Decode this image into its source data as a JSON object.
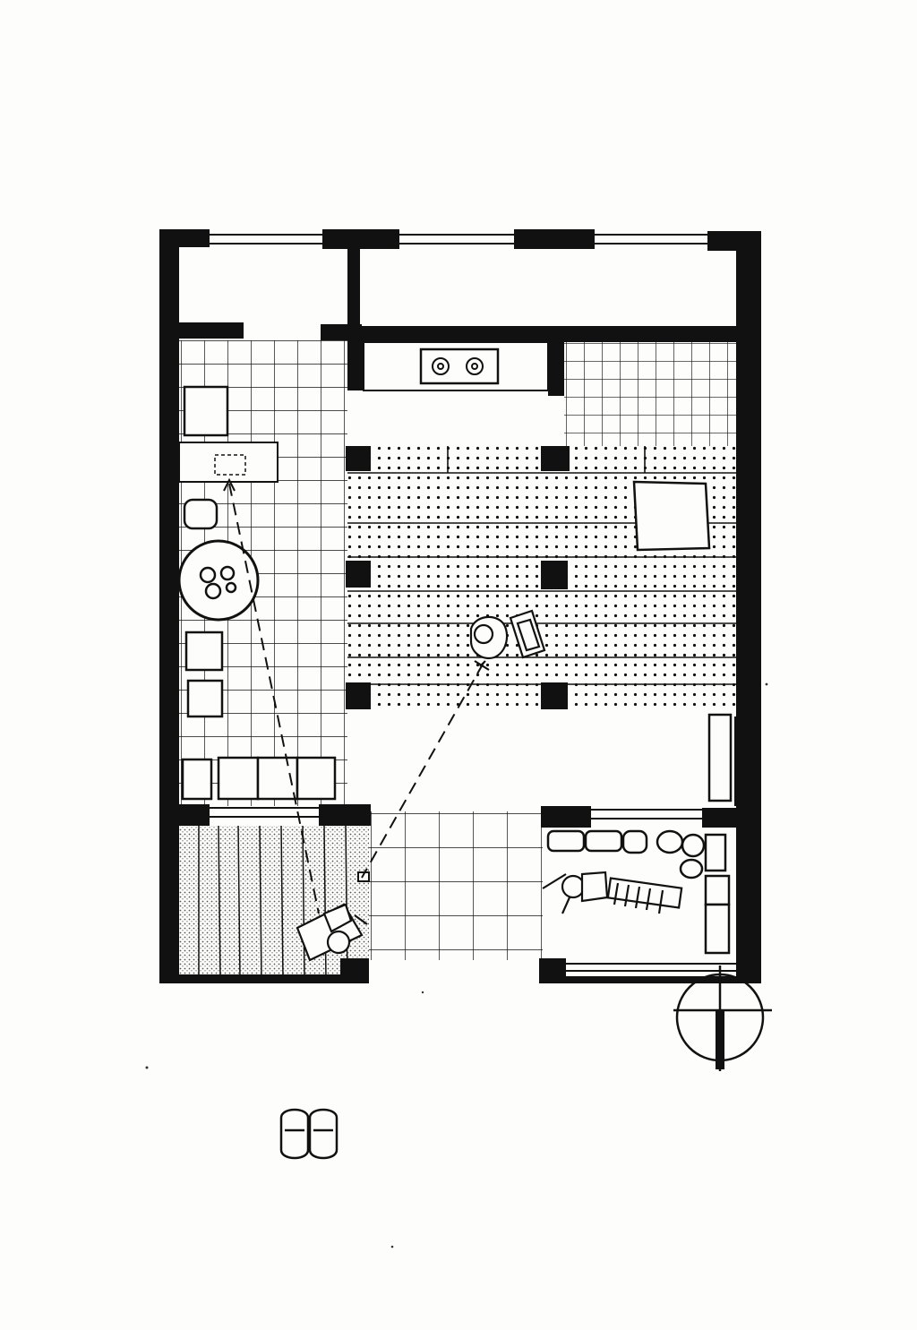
{
  "drawing": {
    "type": "architectural floor plan",
    "annotations": [],
    "colors": {
      "ink": "#111111",
      "paper": "#fdfdfb",
      "tatami_hatch": "#8a8a8a"
    },
    "rooms": [
      "engawa-veranda",
      "kitchen",
      "washroom",
      "tatami-room",
      "dining-area",
      "entrance-genkan",
      "front-tatami-room",
      "living-room"
    ],
    "icons": [
      "north-arrow-icon",
      "slippers-icon"
    ]
  }
}
